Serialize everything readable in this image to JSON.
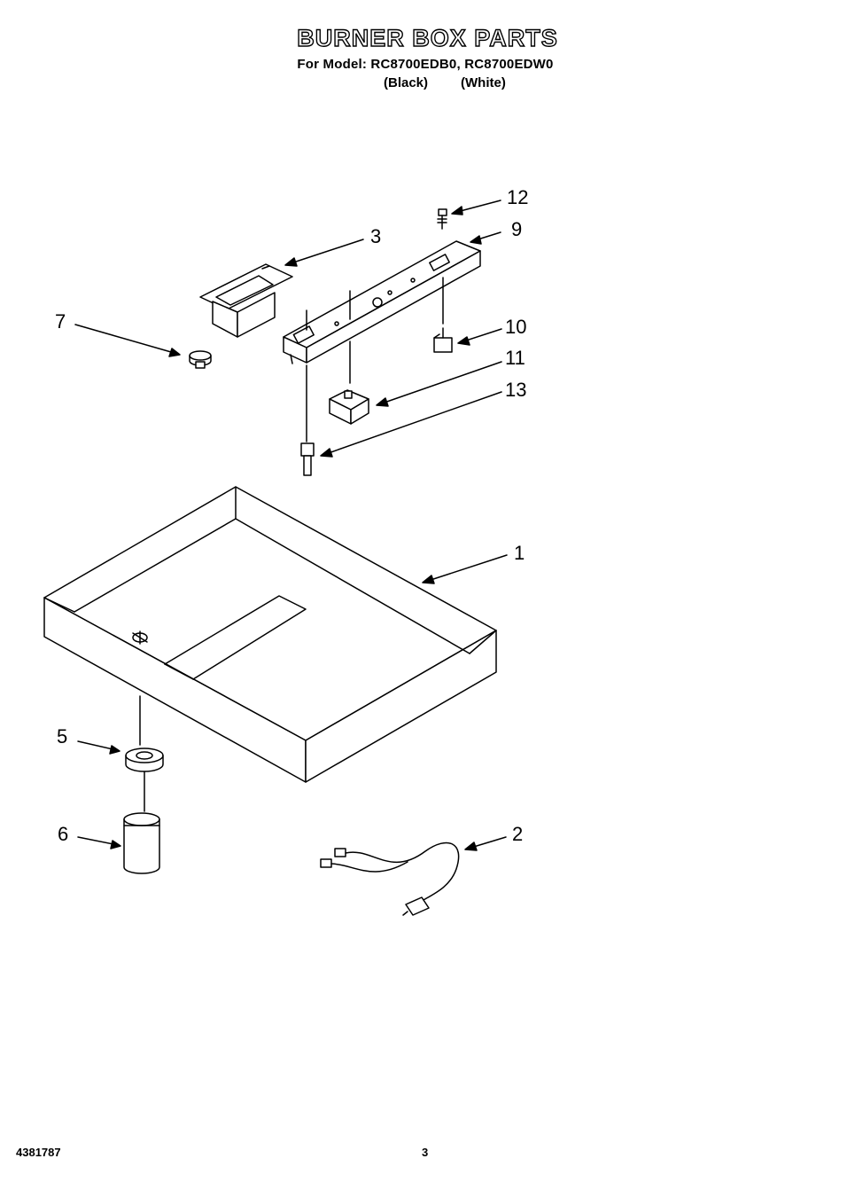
{
  "header": {
    "title": "BURNER BOX PARTS",
    "subtitle": "For Model: RC8700EDB0, RC8700EDW0",
    "color_black": "(Black)",
    "color_white": "(White)"
  },
  "callouts": [
    "12",
    "9",
    "3",
    "7",
    "10",
    "11",
    "13",
    "1",
    "5",
    "6",
    "2"
  ],
  "footer": {
    "doc_number": "4381787",
    "page_number": "3"
  }
}
